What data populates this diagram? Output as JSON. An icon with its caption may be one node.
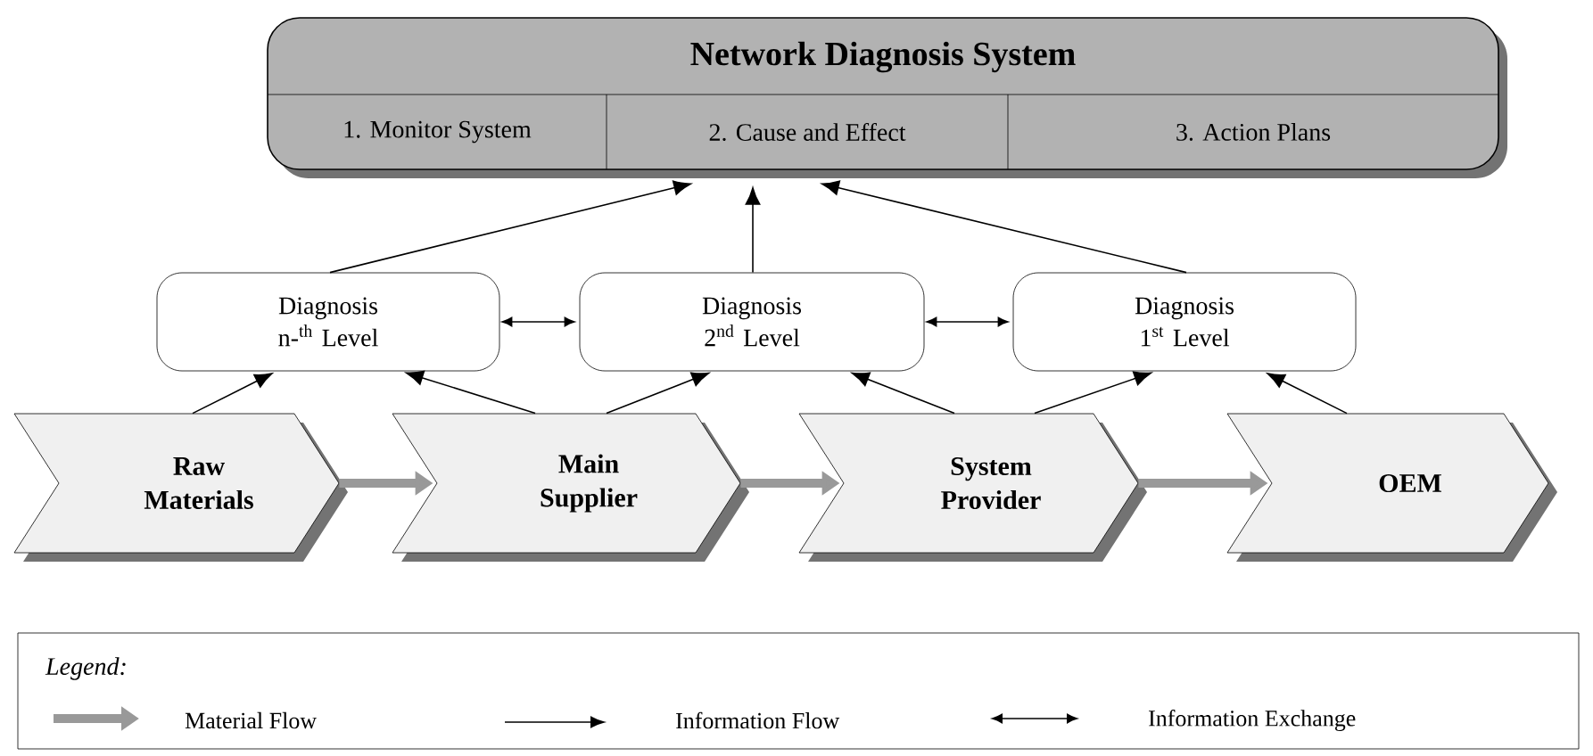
{
  "diagram": {
    "nodes": [
      {
        "text": [
          "Network Diagnosis System"
        ]
      },
      {
        "text": [
          "1. Monitor System"
        ],
        "in": 0
      },
      {
        "text": [
          "2. Cause and Effect"
        ],
        "in": 0
      },
      {
        "text": [
          "3. Action Plans"
        ],
        "in": 0
      },
      {
        "text": [
          "Diagnosis n-$^{th}$ Level"
        ]
      },
      {
        "text": [
          "Diagnosis 2$^{nd}$ Level"
        ]
      },
      {
        "text": [
          "Diagnosis 1$^{st}$ Level"
        ]
      },
      {
        "text": [
          "Raw Materials"
        ]
      },
      {
        "text": [
          "Main Supplier"
        ]
      },
      {
        "text": [
          "System Provider"
        ]
      },
      {
        "text": [
          "OEM"
        ]
      }
    ],
    "edges": [
      {
        "from": 4,
        "to": 0,
        "arrow": "to"
      },
      {
        "from": 5,
        "to": 0,
        "arrow": "to"
      },
      {
        "from": 6,
        "to": 0,
        "arrow": "to"
      },
      {
        "from": 4,
        "to": 5,
        "arrow": "both"
      },
      {
        "from": 5,
        "to": 6,
        "arrow": "both"
      },
      {
        "from": 7,
        "to": 4,
        "arrow": "to"
      },
      {
        "from": 8,
        "to": 4,
        "arrow": "to"
      },
      {
        "from": 8,
        "to": 5,
        "arrow": "to"
      },
      {
        "from": 9,
        "to": 5,
        "arrow": "to"
      },
      {
        "from": 9,
        "to": 6,
        "arrow": "to"
      },
      {
        "from": 10,
        "to": 6,
        "arrow": "to"
      },
      {
        "from": 7,
        "to": 8,
        "arrow": "to",
        "style": "thick",
        "color": "#999999"
      },
      {
        "from": 8,
        "to": 9,
        "arrow": "to",
        "style": "thick",
        "color": "#999999"
      },
      {
        "from": 9,
        "to": 10,
        "arrow": "to",
        "style": "thick",
        "color": "#999999"
      }
    ],
    "labels": [
      "Legend:"
    ],
    "legend": [
      {
        "text": "Material Flow"
      },
      {
        "text": "Information Flow"
      },
      {
        "text": "Information Exchange"
      }
    ]
  }
}
